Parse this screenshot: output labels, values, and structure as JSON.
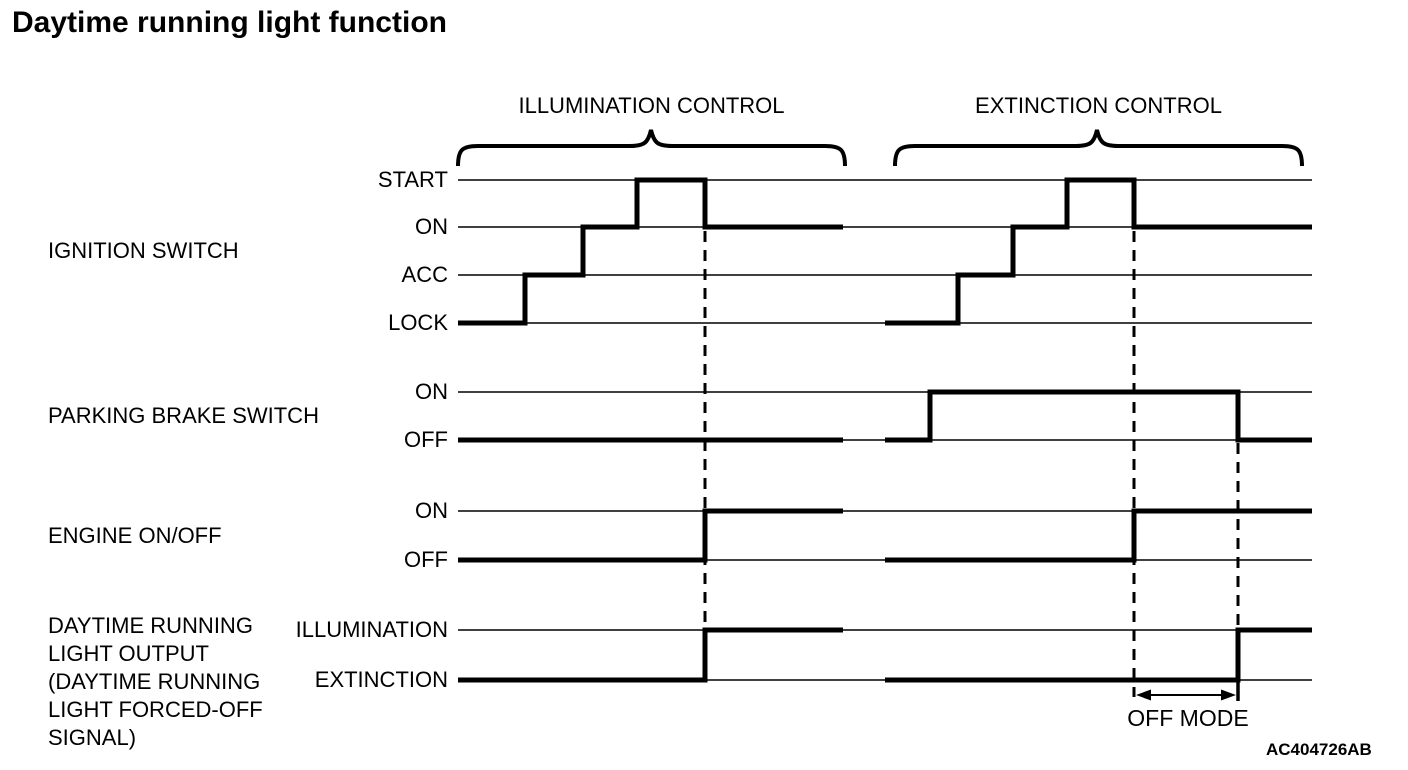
{
  "title": "Daytime running light function",
  "figure_code": "AC404726AB",
  "sections": {
    "illumination": "ILLUMINATION CONTROL",
    "extinction": "EXTINCTION CONTROL"
  },
  "signals": {
    "ignition": {
      "name": "IGNITION SWITCH",
      "levels": {
        "start": "START",
        "on": "ON",
        "acc": "ACC",
        "lock": "LOCK"
      }
    },
    "parking_brake": {
      "name": "PARKING BRAKE SWITCH",
      "levels": {
        "on": "ON",
        "off": "OFF"
      }
    },
    "engine": {
      "name": "ENGINE ON/OFF",
      "levels": {
        "on": "ON",
        "off": "OFF"
      }
    },
    "drl_output": {
      "name_lines": [
        "DAYTIME RUNNING",
        "LIGHT OUTPUT",
        "(DAYTIME RUNNING",
        "LIGHT FORCED-OFF",
        "SIGNAL)"
      ],
      "levels": {
        "illumination": "ILLUMINATION",
        "extinction": "EXTINCTION"
      }
    }
  },
  "annotations": {
    "off_mode": "OFF MODE"
  },
  "colors": {
    "ink": "#000000",
    "background": "#ffffff"
  },
  "waveforms": {
    "illumination_control": {
      "ignition_switch": [
        "LOCK",
        "ACC",
        "ON",
        "START",
        "ON"
      ],
      "parking_brake_switch": [
        "OFF"
      ],
      "engine": [
        "OFF",
        "ON (engine starts when ignition returns from START to ON)"
      ],
      "drl_output": [
        "EXTINCTION",
        "ILLUMINATION (turns on when engine starts)"
      ]
    },
    "extinction_control": {
      "ignition_switch": [
        "LOCK",
        "ACC",
        "ON",
        "START",
        "ON"
      ],
      "parking_brake_switch": [
        "OFF",
        "ON (applied before engine start)",
        "OFF"
      ],
      "engine": [
        "OFF",
        "ON"
      ],
      "drl_output": [
        "EXTINCTION (held OFF MODE while parking brake ON)",
        "ILLUMINATION (when parking brake released)"
      ]
    }
  }
}
